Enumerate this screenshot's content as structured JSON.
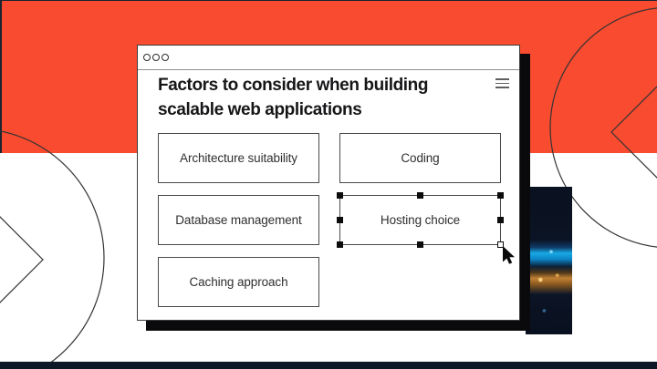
{
  "page": {
    "background_top_color": "#f94b2f",
    "background_bottom_color": "#ffffff",
    "footer_bar_color": "#0d1826"
  },
  "window": {
    "controls": [
      "window-control-circle",
      "window-control-circle",
      "window-control-circle"
    ],
    "menu_icon": "hamburger-icon",
    "heading_lines": [
      "Factors to consider when building",
      "scalable web applications"
    ]
  },
  "boxes": [
    {
      "label": "Architecture suitability"
    },
    {
      "label": "Coding"
    },
    {
      "label": "Database management"
    },
    {
      "label": "Hosting choice",
      "state": "selected"
    },
    {
      "label": "Caching approach"
    }
  ],
  "decorations": {
    "shapes": [
      "circle-outline-left",
      "chevron-right-outline",
      "circle-outline-right",
      "chevron-left-outline"
    ],
    "photo": {
      "name": "night-lights-photo",
      "base_color": "#0a1222",
      "streak_blue": "#17a9e4",
      "streak_amber": "#c08034"
    },
    "cursor": "arrow-cursor"
  }
}
